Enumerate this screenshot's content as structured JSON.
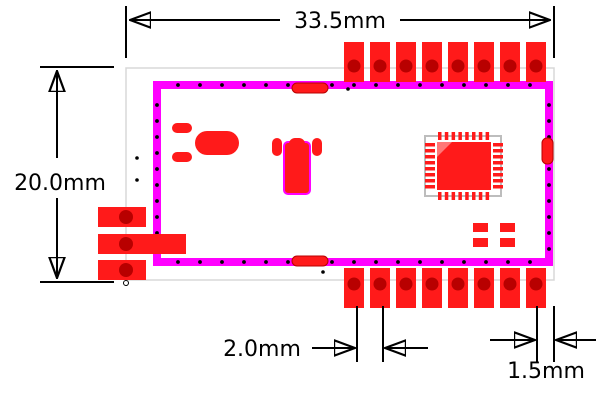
{
  "dimensions": {
    "width_label": "33.5mm",
    "height_label": "20.0mm",
    "pin_pitch_label": "2.0mm",
    "edge_offset_label": "1.5mm"
  },
  "colors": {
    "pad": "#ff1a1a",
    "pad_dark": "#b80000",
    "trace": "#ff00ff",
    "board_outline": "#d8d8d8",
    "silkscreen": "#bdbdbd",
    "dimension_line": "#000000",
    "background": "#ffffff"
  },
  "components": {
    "header_pin_count_top": 8,
    "header_pin_count_bottom": 8,
    "side_pad_count": 3,
    "qfn_pins_per_side": 8
  }
}
